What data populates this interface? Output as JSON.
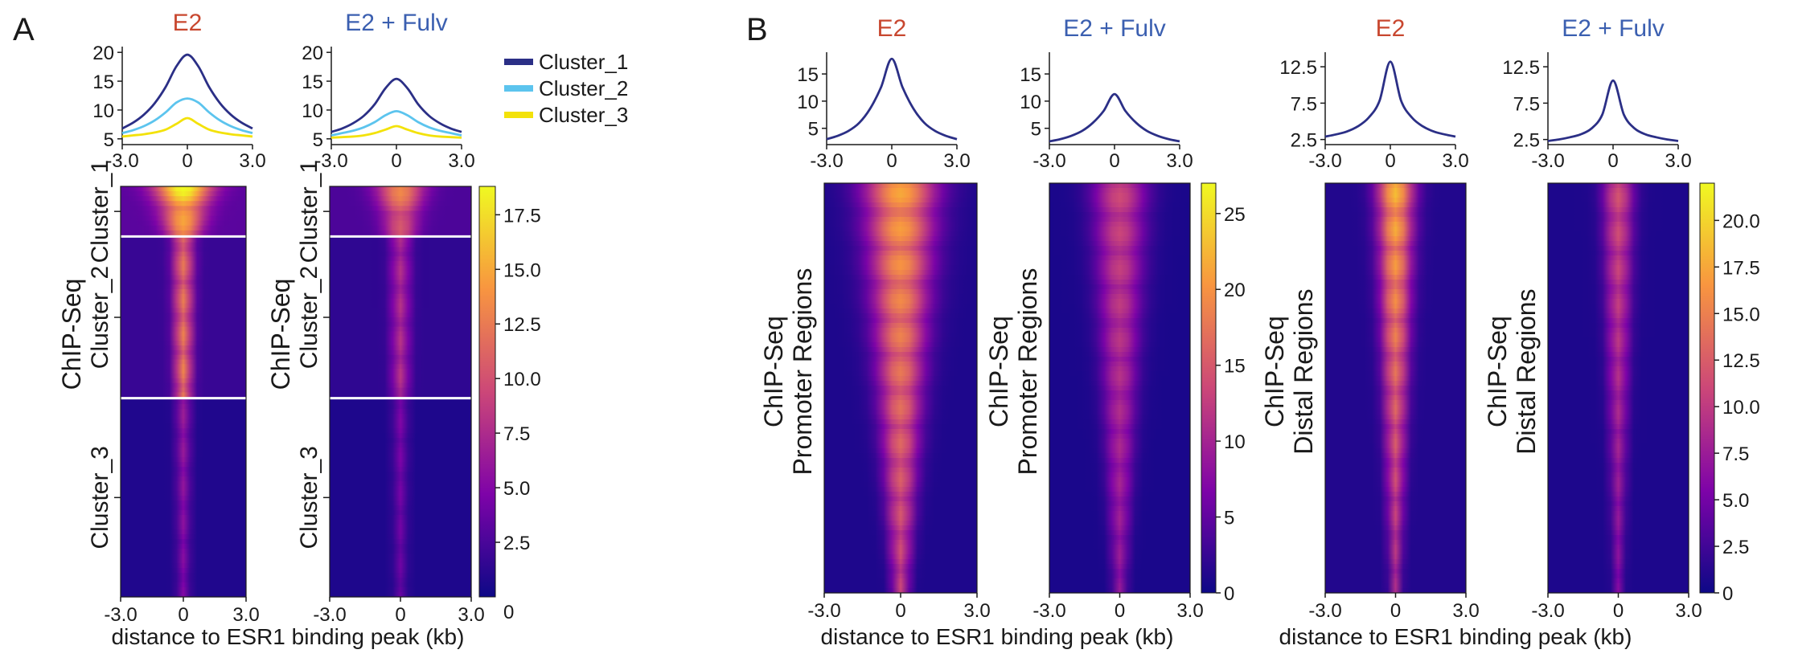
{
  "figure": {
    "panels": [
      "A",
      "B"
    ],
    "condition_colors": {
      "E2": "#c8472f",
      "E2 + Fulv": "#3b5fb0"
    },
    "profile_line_color": "#2b2f86"
  },
  "chart_data": [
    {
      "type": "line",
      "id": "A-profile-E2",
      "panel": "A",
      "title": "E2",
      "x": [
        -3.0,
        -2.5,
        -2.0,
        -1.5,
        -1.0,
        -0.5,
        0.0,
        0.5,
        1.0,
        1.5,
        2.0,
        2.5,
        3.0
      ],
      "xticks": [
        "-3.0",
        "0",
        "3.0"
      ],
      "yticks": [
        "5",
        "10",
        "15",
        "20"
      ],
      "ylim": [
        4,
        21
      ],
      "legend_position": "right",
      "series": [
        {
          "name": "Cluster_1",
          "color": "#2b2f86",
          "values": [
            6.8,
            7.8,
            9.2,
            11.2,
            14.0,
            17.6,
            19.6,
            17.6,
            14.0,
            11.2,
            9.2,
            7.8,
            6.8
          ]
        },
        {
          "name": "Cluster_2",
          "color": "#5cc4ee",
          "values": [
            6.0,
            6.5,
            7.2,
            8.2,
            9.6,
            11.3,
            12.0,
            11.3,
            9.6,
            8.2,
            7.2,
            6.5,
            6.0
          ]
        },
        {
          "name": "Cluster_3",
          "color": "#f3e20a",
          "values": [
            5.4,
            5.6,
            5.8,
            6.1,
            6.6,
            7.6,
            8.6,
            7.6,
            6.6,
            6.1,
            5.8,
            5.6,
            5.4
          ]
        }
      ]
    },
    {
      "type": "line",
      "id": "A-profile-Fulv",
      "panel": "A",
      "title": "E2 + Fulv",
      "x": [
        -3.0,
        -2.5,
        -2.0,
        -1.5,
        -1.0,
        -0.5,
        0.0,
        0.5,
        1.0,
        1.5,
        2.0,
        2.5,
        3.0
      ],
      "xticks": [
        "-3.0",
        "0",
        "3.0"
      ],
      "yticks": [
        "5",
        "10",
        "15",
        "20"
      ],
      "ylim": [
        4,
        21
      ],
      "series": [
        {
          "name": "Cluster_1",
          "color": "#2b2f86",
          "values": [
            6.2,
            6.8,
            7.7,
            9.0,
            11.0,
            13.8,
            15.4,
            13.8,
            11.0,
            9.0,
            7.7,
            6.8,
            6.2
          ]
        },
        {
          "name": "Cluster_2",
          "color": "#5cc4ee",
          "values": [
            5.6,
            6.0,
            6.4,
            7.0,
            7.9,
            9.1,
            9.8,
            9.1,
            7.9,
            7.0,
            6.4,
            6.0,
            5.6
          ]
        },
        {
          "name": "Cluster_3",
          "color": "#f3e20a",
          "values": [
            5.2,
            5.3,
            5.4,
            5.6,
            6.0,
            6.6,
            7.2,
            6.6,
            6.0,
            5.6,
            5.4,
            5.3,
            5.2
          ]
        }
      ]
    },
    {
      "type": "line",
      "id": "B-profile-E2-promoter",
      "panel": "B",
      "title": "E2",
      "x": [
        -3.0,
        -2.5,
        -2.0,
        -1.5,
        -1.0,
        -0.5,
        0.0,
        0.5,
        1.0,
        1.5,
        2.0,
        2.5,
        3.0
      ],
      "xticks": [
        "-3.0",
        "0",
        "3.0"
      ],
      "yticks": [
        "5",
        "10",
        "15"
      ],
      "ylim": [
        2,
        19
      ],
      "series": [
        {
          "name": "",
          "color": "#2b2f86",
          "values": [
            3.0,
            3.6,
            4.5,
            6.0,
            8.6,
            12.5,
            17.8,
            12.5,
            8.6,
            6.0,
            4.5,
            3.6,
            3.0
          ]
        }
      ]
    },
    {
      "type": "line",
      "id": "B-profile-Fulv-promoter",
      "panel": "B",
      "title": "E2 + Fulv",
      "x": [
        -3.0,
        -2.5,
        -2.0,
        -1.5,
        -1.0,
        -0.5,
        0.0,
        0.5,
        1.0,
        1.5,
        2.0,
        2.5,
        3.0
      ],
      "xticks": [
        "-3.0",
        "0",
        "3.0"
      ],
      "yticks": [
        "5",
        "10",
        "15"
      ],
      "ylim": [
        2,
        19
      ],
      "series": [
        {
          "name": "",
          "color": "#2b2f86",
          "values": [
            2.6,
            3.0,
            3.6,
            4.5,
            6.0,
            8.2,
            11.3,
            8.2,
            6.0,
            4.5,
            3.6,
            3.0,
            2.6
          ]
        }
      ]
    },
    {
      "type": "line",
      "id": "B-profile-E2-distal",
      "panel": "B",
      "title": "E2",
      "x": [
        -3.0,
        -2.5,
        -2.0,
        -1.5,
        -1.0,
        -0.5,
        0.0,
        0.5,
        1.0,
        1.5,
        2.0,
        2.5,
        3.0
      ],
      "xticks": [
        "-3.0",
        "0",
        "3.0"
      ],
      "yticks": [
        "2.5",
        "7.5",
        "12.5"
      ],
      "ylim": [
        1.8,
        14.5
      ],
      "series": [
        {
          "name": "",
          "color": "#2b2f86",
          "values": [
            2.9,
            3.2,
            3.6,
            4.3,
            5.5,
            7.8,
            13.2,
            7.8,
            5.5,
            4.3,
            3.6,
            3.2,
            2.9
          ]
        }
      ]
    },
    {
      "type": "line",
      "id": "B-profile-Fulv-distal",
      "panel": "B",
      "title": "E2 + Fulv",
      "x": [
        -3.0,
        -2.5,
        -2.0,
        -1.5,
        -1.0,
        -0.5,
        0.0,
        0.5,
        1.0,
        1.5,
        2.0,
        2.5,
        3.0
      ],
      "xticks": [
        "-3.0",
        "0",
        "3.0"
      ],
      "yticks": [
        "2.5",
        "7.5",
        "12.5"
      ],
      "ylim": [
        1.8,
        14.5
      ],
      "series": [
        {
          "name": "",
          "color": "#2b2f86",
          "values": [
            2.3,
            2.5,
            2.8,
            3.2,
            4.0,
            5.9,
            10.6,
            5.9,
            4.0,
            3.2,
            2.8,
            2.5,
            2.3
          ]
        }
      ]
    },
    {
      "type": "heatmap",
      "id": "A-heatmap-E2",
      "panel": "A",
      "ylabel": "ChIP-Seq",
      "x_range": [
        -3.0,
        3.0
      ],
      "xticks": [
        "-3.0",
        "0",
        "3.0"
      ],
      "row_groups": [
        {
          "label": "Cluster_1",
          "fraction": 0.122,
          "peak_top": 17.5,
          "peak_bottom": 12.0,
          "width_top": 0.95,
          "width_bottom": 0.55,
          "base": 3.2
        },
        {
          "label": "Cluster_2",
          "fraction": 0.394,
          "peak_top": 11.0,
          "peak_bottom": 12.0,
          "width_top": 0.35,
          "width_bottom": 0.28,
          "base": 1.8
        },
        {
          "label": "Cluster_3",
          "fraction": 0.484,
          "peak_top": 6.0,
          "peak_bottom": 4.5,
          "width_top": 0.25,
          "width_bottom": 0.2,
          "base": 0.8
        }
      ]
    },
    {
      "type": "heatmap",
      "id": "A-heatmap-Fulv",
      "panel": "A",
      "ylabel": "ChIP-Seq",
      "x_range": [
        -3.0,
        3.0
      ],
      "xticks": [
        "-3.0",
        "0",
        "3.0"
      ],
      "row_groups": [
        {
          "label": "Cluster_1",
          "fraction": 0.122,
          "peak_top": 12.5,
          "peak_bottom": 9.0,
          "width_top": 0.7,
          "width_bottom": 0.45,
          "base": 2.6
        },
        {
          "label": "Cluster_2",
          "fraction": 0.394,
          "peak_top": 7.0,
          "peak_bottom": 7.5,
          "width_top": 0.3,
          "width_bottom": 0.25,
          "base": 1.4
        },
        {
          "label": "Cluster_3",
          "fraction": 0.484,
          "peak_top": 4.5,
          "peak_bottom": 3.5,
          "width_top": 0.22,
          "width_bottom": 0.18,
          "base": 0.7
        }
      ]
    },
    {
      "type": "heatmap",
      "id": "A-colorbar",
      "panel": "A",
      "range": [
        0,
        18.8
      ],
      "ticks": [
        "2.5",
        "5.0",
        "7.5",
        "10.0",
        "12.5",
        "15.0",
        "17.5"
      ]
    },
    {
      "type": "heatmap",
      "id": "B-heatmap-E2-promoter",
      "panel": "B",
      "ylabel": "ChIP-Seq",
      "ylabel2": "Promoter Regions",
      "x_range": [
        -3.0,
        3.0
      ],
      "xticks": [
        "-3.0",
        "0",
        "3.0"
      ],
      "row_groups": [
        {
          "label": "",
          "fraction": 1.0,
          "peak_top": 19.5,
          "peak_bottom": 12.0,
          "width_top": 1.0,
          "width_bottom": 0.22,
          "base": 1.0
        }
      ]
    },
    {
      "type": "heatmap",
      "id": "B-heatmap-Fulv-promoter",
      "panel": "B",
      "ylabel": "ChIP-Seq",
      "ylabel2": "Promoter Regions",
      "x_range": [
        -3.0,
        3.0
      ],
      "xticks": [
        "-3.0",
        "0",
        "3.0"
      ],
      "row_groups": [
        {
          "label": "",
          "fraction": 1.0,
          "peak_top": 12.5,
          "peak_bottom": 8.0,
          "width_top": 0.8,
          "width_bottom": 0.2,
          "base": 0.8
        }
      ]
    },
    {
      "type": "heatmap",
      "id": "B-colorbar-promoter",
      "panel": "B",
      "range": [
        0,
        27
      ],
      "ticks": [
        "0",
        "5",
        "10",
        "15",
        "20",
        "25"
      ]
    },
    {
      "type": "heatmap",
      "id": "B-heatmap-E2-distal",
      "panel": "B",
      "ylabel": "ChIP-Seq",
      "ylabel2": "Distal Regions",
      "x_range": [
        -3.0,
        3.0
      ],
      "xticks": [
        "-3.0",
        "0",
        "3.0"
      ],
      "row_groups": [
        {
          "label": "",
          "fraction": 1.0,
          "peak_top": 17.0,
          "peak_bottom": 8.0,
          "width_top": 0.55,
          "width_bottom": 0.16,
          "base": 1.0
        }
      ]
    },
    {
      "type": "heatmap",
      "id": "B-heatmap-Fulv-distal",
      "panel": "B",
      "ylabel": "ChIP-Seq",
      "ylabel2": "Distal Regions",
      "x_range": [
        -3.0,
        3.0
      ],
      "xticks": [
        "-3.0",
        "0",
        "3.0"
      ],
      "row_groups": [
        {
          "label": "",
          "fraction": 1.0,
          "peak_top": 11.0,
          "peak_bottom": 5.5,
          "width_top": 0.45,
          "width_bottom": 0.14,
          "base": 0.8
        }
      ]
    },
    {
      "type": "heatmap",
      "id": "B-colorbar-distal",
      "panel": "B",
      "range": [
        0,
        22
      ],
      "ticks": [
        "0",
        "2.5",
        "5.0",
        "7.5",
        "10.0",
        "12.5",
        "15.0",
        "17.5",
        "20.0"
      ]
    }
  ],
  "xlabels": {
    "A": "distance to ESR1 binding peak (kb)",
    "B_promoter": "distance to ESR1 binding peak (kb)",
    "B_distal": "distance to ESR1 binding peak (kb)"
  }
}
